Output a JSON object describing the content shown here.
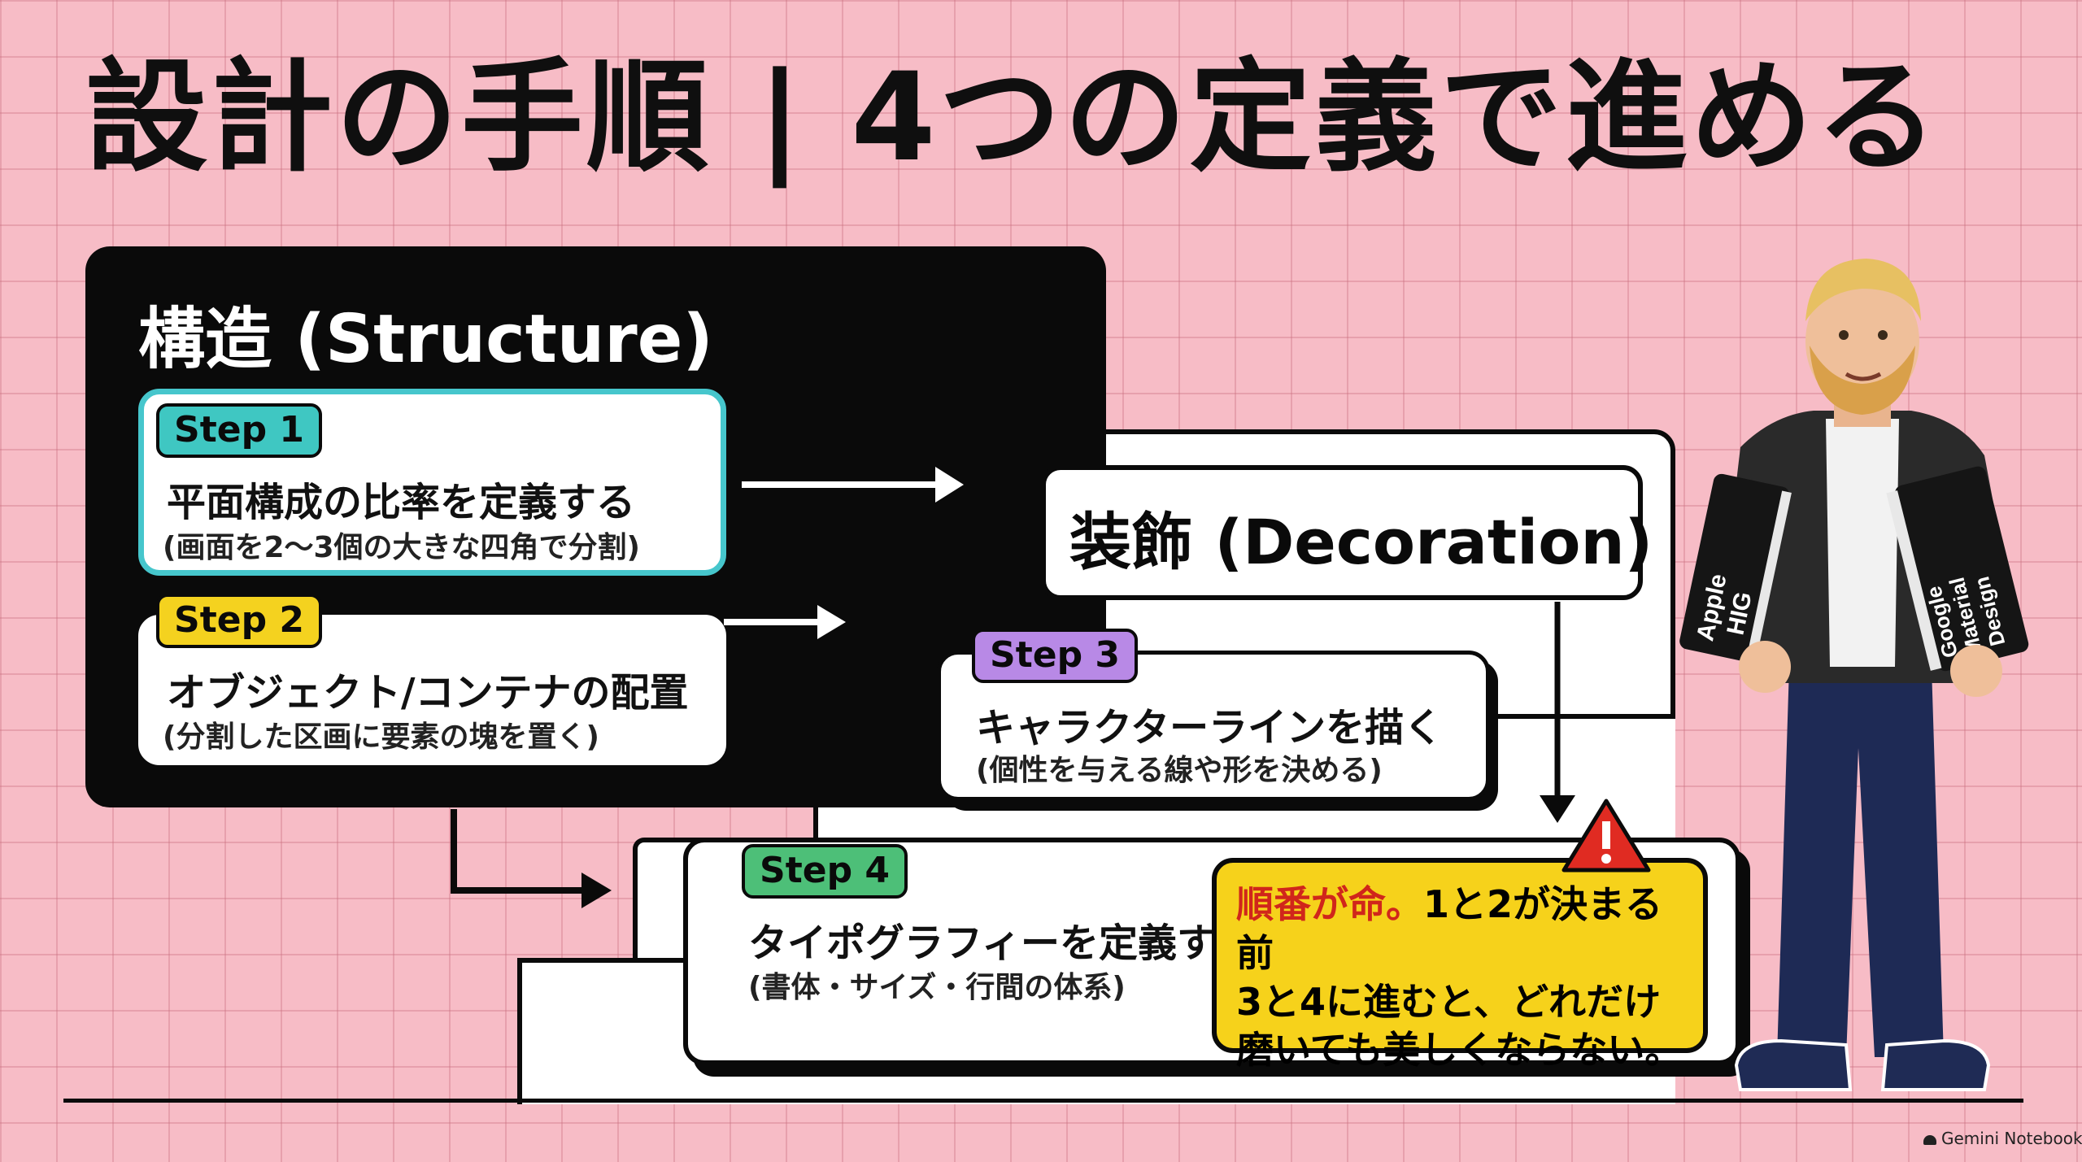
{
  "title": "設計の手順 | 4つの定義で進める",
  "structure": {
    "heading": "構造 (Structure)"
  },
  "decoration": {
    "heading": "装飾 (Decoration)"
  },
  "steps": [
    {
      "badge": "Step 1",
      "main": "平面構成の比率を定義する",
      "sub": "(画面を2〜3個の大きな四角で分割)"
    },
    {
      "badge": "Step 2",
      "main": "オブジェクト/コンテナの配置",
      "sub": "(分割した区画に要素の塊を置く)"
    },
    {
      "badge": "Step 3",
      "main": "キャラクターラインを描く",
      "sub": "(個性を与える線や形を決める)"
    },
    {
      "badge": "Step 4",
      "main": "タイポグラフィーを定義する",
      "sub": "(書体・サイズ・行間の体系)"
    }
  ],
  "warning": {
    "highlight": "順番が命。",
    "line1_rest": "1と2が決まる前",
    "line2": "3と4に進むと、どれだけ",
    "line3": "磨いても美しくならない。"
  },
  "books": [
    {
      "lines": [
        "Apple",
        "HIG"
      ]
    },
    {
      "lines": [
        "Google",
        "Material",
        "Design"
      ]
    }
  ],
  "footer": "Gemini Notebook",
  "colors": {
    "background": "#f7bcc6",
    "step1": "#3fc7c2",
    "step2": "#f4d21f",
    "step3": "#b889e6",
    "step4": "#4dbf78",
    "warning": "#f6d21b",
    "warning_text": "#d0261b"
  }
}
